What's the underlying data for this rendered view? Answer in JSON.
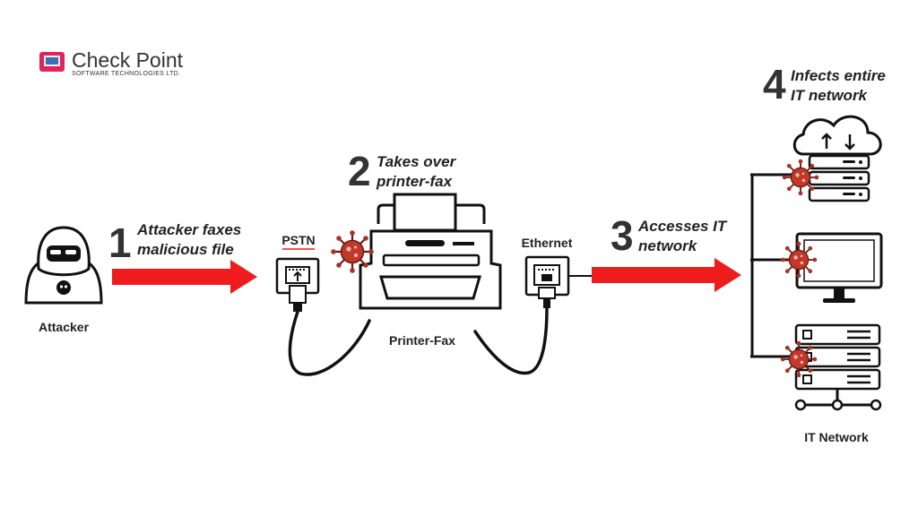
{
  "logo": {
    "name": "Check Point",
    "tagline": "SOFTWARE TECHNOLOGIES LTD.",
    "brand_color": "#e0245e"
  },
  "steps": [
    {
      "number": "1",
      "line1": "Attacker faxes",
      "line2": "malicious file"
    },
    {
      "number": "2",
      "line1": "Takes over",
      "line2": "printer-fax"
    },
    {
      "number": "3",
      "line1": "Accesses IT",
      "line2": "network"
    },
    {
      "number": "4",
      "line1": "Infects entire",
      "line2": "IT network"
    }
  ],
  "labels": {
    "attacker": "Attacker",
    "pstn": "PSTN",
    "printer": "Printer-Fax",
    "ethernet": "Ethernet",
    "network": "IT Network"
  },
  "colors": {
    "arrow": "#ee1c1c",
    "virus": "#c0392b",
    "line": "#111111"
  }
}
